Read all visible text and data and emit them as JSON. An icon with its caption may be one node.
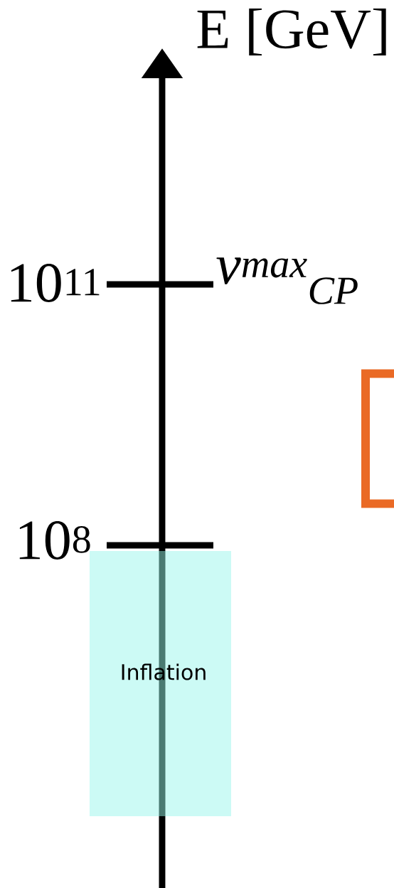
{
  "diagram": {
    "nodes": [
      {
        "text": [
          "Inflation"
        ]
      },
      {
        "text": [],
        "shape": "box"
      }
    ],
    "labels": [
      "E [GeV]",
      "10$^{11}$",
      "v$^{max}$$_{CP}$",
      "10$^{8}$"
    ]
  }
}
